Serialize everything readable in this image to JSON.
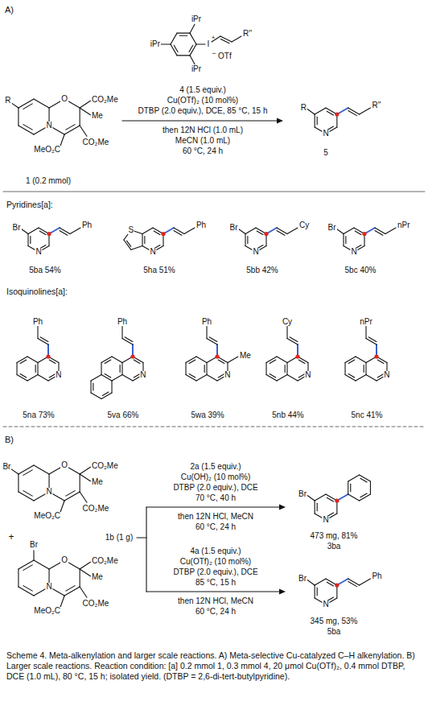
{
  "diagram": {
    "caption": "Scheme 4. Meta-alkenylation and larger scale reactions. A) Meta-selective Cu-catalyzed C–H alkenylation. B) Larger scale reactions. Reaction condition: [a] 0.2 mmol 1, 0.3 mmol 4, 20 μmol Cu(OTf)₂, 0.4 mmol DTBP, DCE (1.0 mL), 80 °C, 15 h; isolated yield. (DTBP = 2,6-di-tert-butylpyridine).",
    "labels": [
      "A)",
      "iPr",
      "iPr",
      "iPr",
      "I",
      "+",
      "R''",
      "−",
      "OTf",
      "4 (1.5 equiv.)",
      "Cu(OTf)₂ (10 mol%)",
      "DTBP (2.0 equiv.), DCE, 85 °C, 15 h",
      "then 12N HCl (1.0 mL)",
      "MeCN (1.0 mL)",
      "60 °C, 24 h",
      "R",
      "N",
      "O",
      "CO₂Me",
      "Me",
      "CO₂Me",
      "MeO₂C",
      "1 (0.2 mmol)",
      "R",
      "N",
      "R''",
      "5",
      "Pyridines[a]:",
      "Br",
      "N",
      "Ph",
      "5ba 54%",
      "S",
      "N",
      "Ph",
      "5ha 51%",
      "Br",
      "N",
      "Cy",
      "5bb 42%",
      "Br",
      "N",
      "nPr",
      "5bc 40%",
      "Isoquinolines[a]:",
      "Ph",
      "N",
      "5na 73%",
      "Ph",
      "N",
      "5va 66%",
      "Ph",
      "Me",
      "N",
      "5wa 39%",
      "Cy",
      "N",
      "5nb 44%",
      "nPr",
      "N",
      "5nc 41%",
      "B)",
      "Br",
      "N",
      "O",
      "CO₂Me",
      "Me",
      "CO₂Me",
      "MeO₂C",
      "+",
      "Br",
      "N",
      "O",
      "CO₂Me",
      "Me",
      "CO₂Me",
      "MeO₂C",
      "1b (1 g)",
      "2a (1.5 equiv.)",
      "Cu(OH)₂ (10 mol%)",
      "DTBP (2.0 equiv.), DCE",
      "70 °C, 40 h",
      "then 12N HCl, MeCN",
      "60 °C, 24 h",
      "Br",
      "N",
      "473 mg, 81%",
      "3ba",
      "4a (1.5 equiv.)",
      "Cu(OTf)₂ (10 mol%)",
      "DTBP (2.0 equiv.), DCE",
      "85 °C, 15 h",
      "then 12N HCl, MeCN",
      "60 °C, 24 h",
      "Br",
      "N",
      "Ph",
      "345 mg, 53%",
      "5ba"
    ]
  }
}
